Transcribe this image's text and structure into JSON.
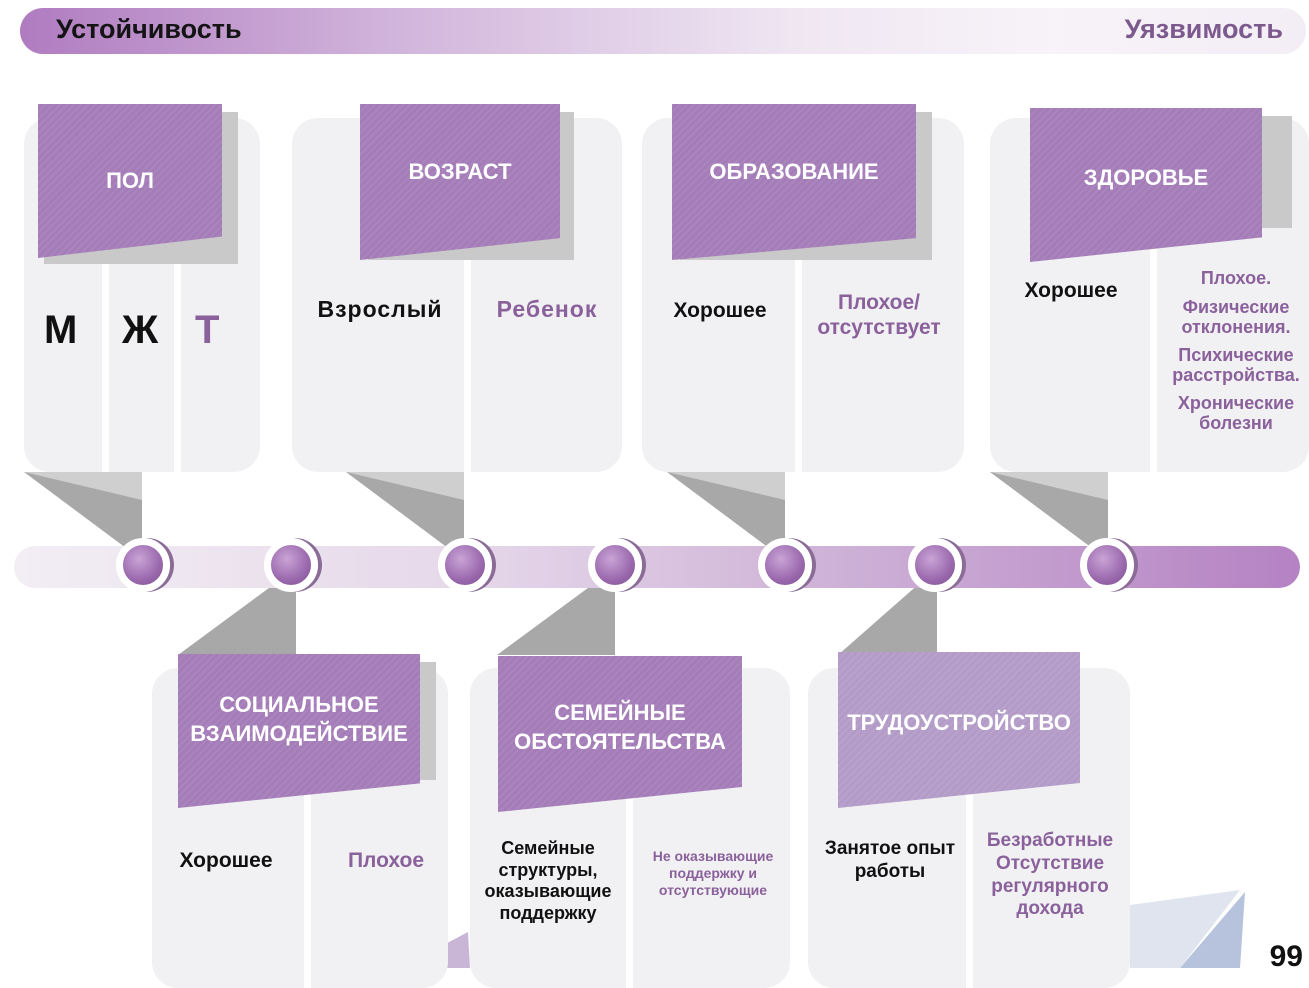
{
  "scale": {
    "left_label": "Устойчивость",
    "right_label": "Уязвимость"
  },
  "factors_top": [
    {
      "title": "ПОЛ",
      "values": [
        "М",
        "Ж",
        "Т"
      ]
    },
    {
      "title": "ВОЗРАСТ",
      "values": [
        "Взрослый",
        "Ребенок"
      ]
    },
    {
      "title": "ОБРАЗОВАНИЕ",
      "values": [
        "Хорошее",
        "Плохое/ отсутствует"
      ]
    },
    {
      "title": "ЗДОРОВЬЕ",
      "values": [
        "Хорошее",
        "Плохое.",
        "Физические отклонения.",
        "Психические расстройства.",
        "Хронические болезни"
      ]
    }
  ],
  "factors_bottom": [
    {
      "title_lines": [
        "СОЦИАЛЬНОЕ",
        "ВЗАИМОДЕЙСТВИЕ"
      ],
      "values": [
        "Хорошее",
        "Плохое"
      ]
    },
    {
      "title_lines": [
        "СЕМЕЙНЫЕ",
        "ОБСТОЯТЕЛЬСТВА"
      ],
      "values": [
        "Семейные структуры, оказывающие поддержку",
        "Не оказывающие поддержку и отсутствующие"
      ]
    },
    {
      "title_lines": [
        "ТРУДОУСТРОЙСТВО"
      ],
      "values": [
        "Занятое опыт работы",
        "Безработные Отсутствие регулярного дохода"
      ]
    }
  ],
  "colors": {
    "dark_text": "#111111",
    "purple_text": "#8a619b",
    "flag": "#a47cb8",
    "card": "#f1f1f3"
  },
  "page_number": "99"
}
